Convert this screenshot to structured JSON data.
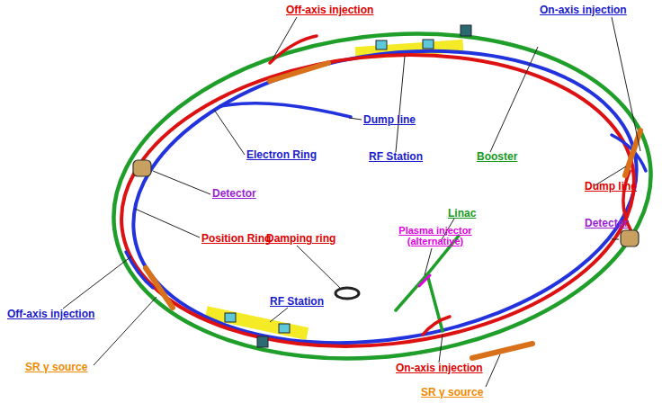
{
  "diagram": {
    "labels": [
      "Off-axis injection",
      "On-axis injection",
      "Dump line",
      "Electron Ring",
      "RF Station",
      "Booster",
      "Detector",
      "Dump line",
      "Position Ring",
      "Detector",
      "Linac",
      "Damping ring",
      "Plasma injector (alternative)",
      "RF Station",
      "Off-axis injection",
      "SR γ source",
      "On-axis injection",
      "SR γ source"
    ]
  }
}
